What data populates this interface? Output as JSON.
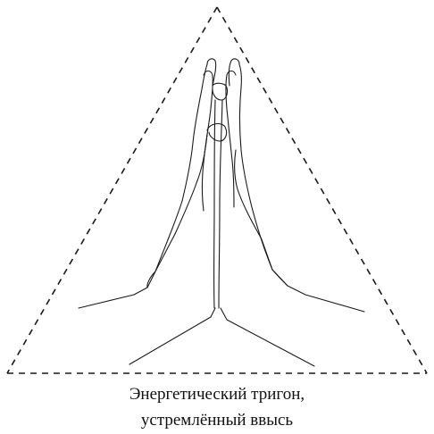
{
  "caption": {
    "line1": "Энергетический тригон,",
    "line2": "устремлённый ввысь"
  },
  "colors": {
    "stroke": "#1a1a1a",
    "background": "#ffffff",
    "text": "#111111"
  },
  "illustration": {
    "subject": "praying-hands-icon",
    "frame": "dashed-triangle"
  }
}
